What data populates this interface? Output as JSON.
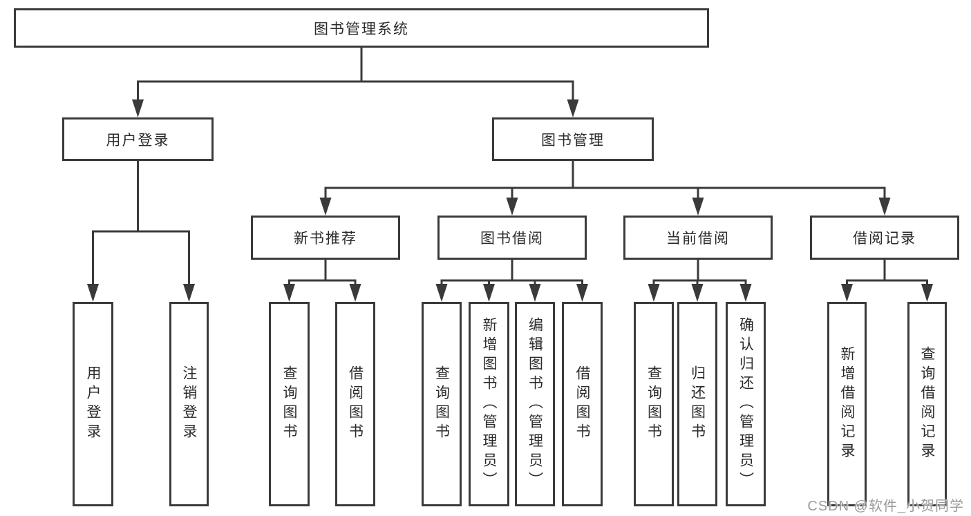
{
  "diagram": {
    "root": {
      "label": "图书管理系统"
    },
    "branches": [
      {
        "label": "用户登录",
        "children": [
          {
            "label": "用户登录"
          },
          {
            "label": "注销登录"
          }
        ]
      },
      {
        "label": "图书管理",
        "children": [
          {
            "label": "新书推荐",
            "children": [
              {
                "label": "查询图书"
              },
              {
                "label": "借阅图书"
              }
            ]
          },
          {
            "label": "图书借阅",
            "children": [
              {
                "label": "查询图书"
              },
              {
                "label": "新增图书（管理员）"
              },
              {
                "label": "编辑图书（管理员）"
              },
              {
                "label": "借阅图书"
              }
            ]
          },
          {
            "label": "当前借阅",
            "children": [
              {
                "label": "查询图书"
              },
              {
                "label": "归还图书"
              },
              {
                "label": "确认归还（管理员）"
              }
            ]
          },
          {
            "label": "借阅记录",
            "children": [
              {
                "label": "新增借阅记录"
              },
              {
                "label": "查询借阅记录"
              }
            ]
          }
        ]
      }
    ]
  },
  "watermark": {
    "text": "CSDN @软件_小贺同学"
  },
  "colors": {
    "line": "#3a3a3a",
    "text": "#2b2b2b",
    "watermark": "#9b9b9b",
    "background": "#ffffff"
  }
}
